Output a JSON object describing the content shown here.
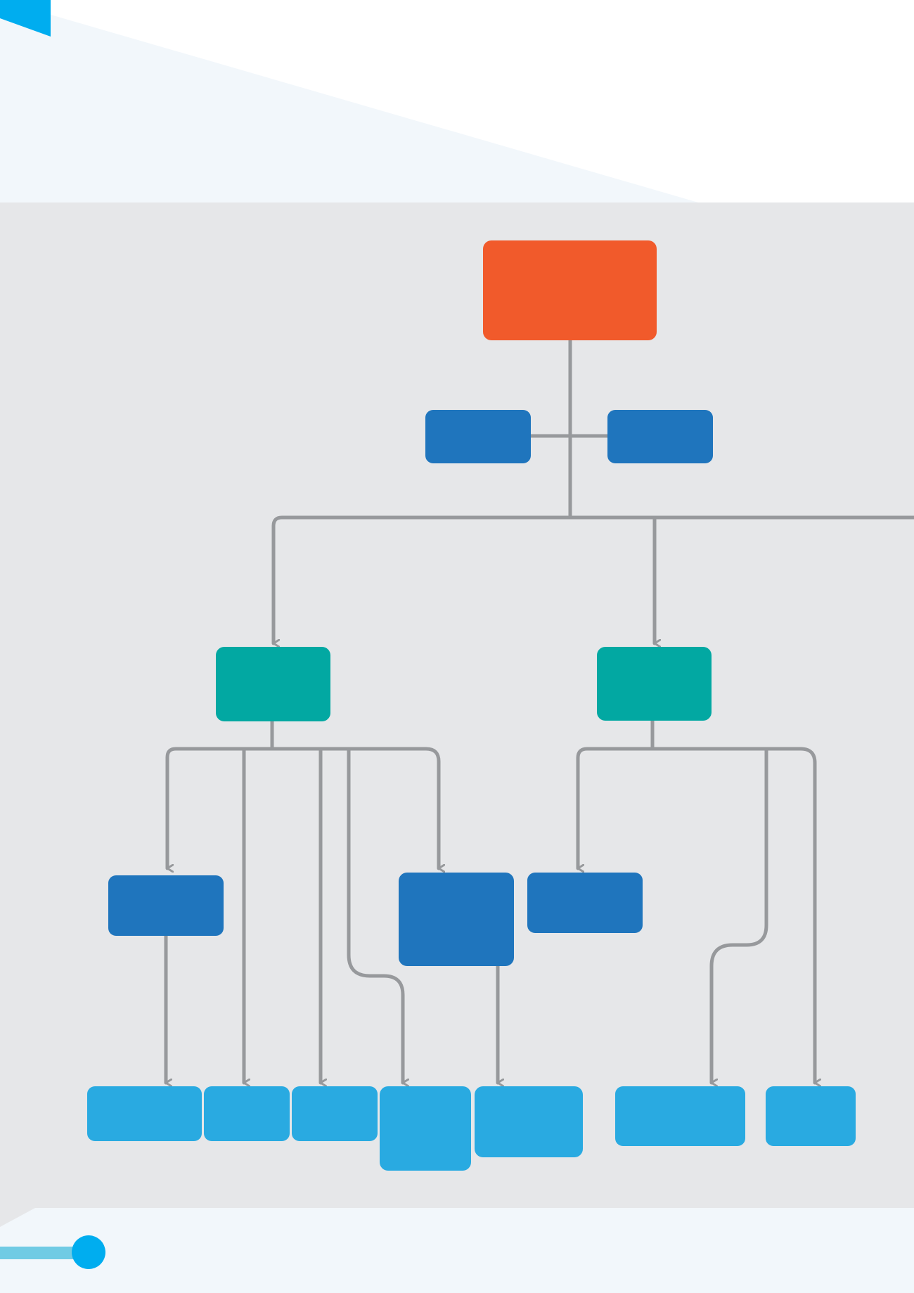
{
  "colors": {
    "page_background": "#f2f7fb",
    "header_white": "#ffffff",
    "chart_panel": "#e6e7e9",
    "top_node": "#f15a2b",
    "level_side": "#1f75bd",
    "level_teal": "#02a8a2",
    "level_blue": "#1f75bd",
    "leaf_light_blue": "#29aae1",
    "connector_gray": "#97999c",
    "accent_cyan": "#00adef",
    "accent_bar": "#70cbe4"
  },
  "diagram": {
    "type": "org-chart",
    "root": {
      "id": "top-box",
      "label": ""
    },
    "side_nodes": [
      {
        "id": "side-box-left",
        "label": ""
      },
      {
        "id": "side-box-right",
        "label": ""
      }
    ],
    "branches": [
      {
        "id": "branch-box-left",
        "label": ""
      },
      {
        "id": "branch-box-right",
        "label": ""
      }
    ],
    "sub_nodes": [
      {
        "id": "sub-box-1",
        "label": ""
      },
      {
        "id": "sub-box-2",
        "label": ""
      },
      {
        "id": "sub-box-3",
        "label": ""
      }
    ],
    "leaf_nodes": [
      {
        "id": "leaf-box-1",
        "label": ""
      },
      {
        "id": "leaf-box-2",
        "label": ""
      },
      {
        "id": "leaf-box-3",
        "label": ""
      },
      {
        "id": "leaf-box-4",
        "label": ""
      },
      {
        "id": "leaf-box-5",
        "label": ""
      },
      {
        "id": "leaf-box-6",
        "label": ""
      },
      {
        "id": "leaf-box-7",
        "label": ""
      }
    ]
  }
}
